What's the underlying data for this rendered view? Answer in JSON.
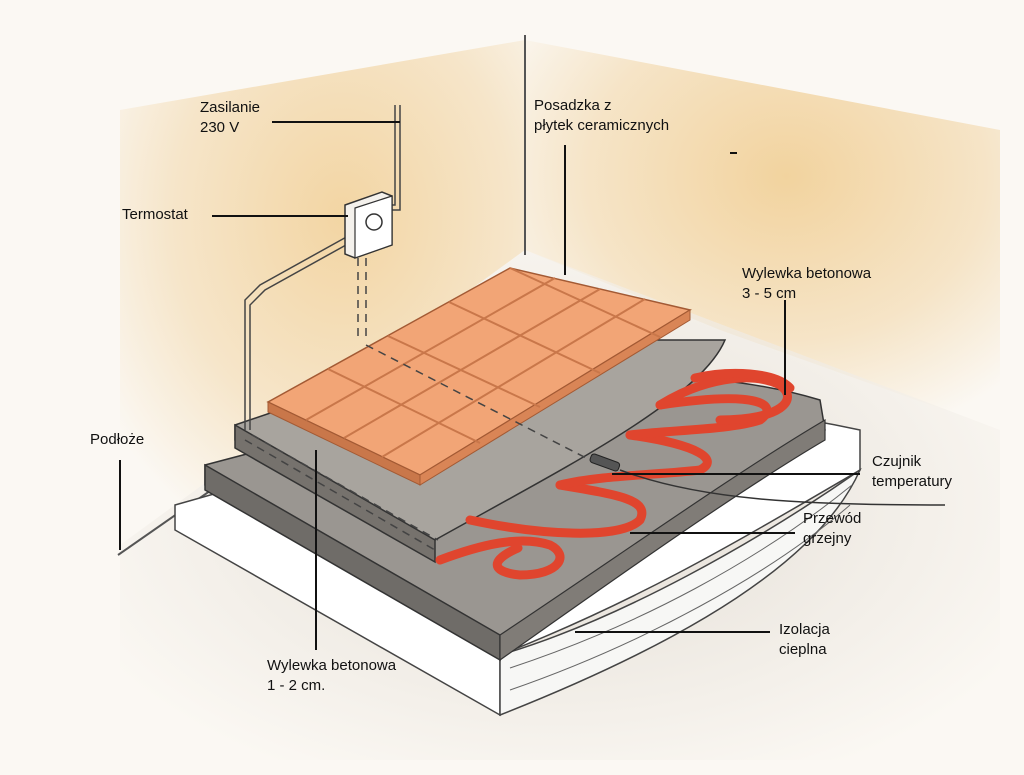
{
  "labels": {
    "zasilanie": "Zasilanie\n230 V",
    "posadzka": "Posadzka z\npłytek ceramicznych",
    "termostat": "Termostat",
    "wylewka_top": "Wylewka betonowa\n3 - 5 cm",
    "podloze": "Podłoże",
    "czujnik": "Czujnik\ntemperatury",
    "przewod": "Przewód\ngrzejny",
    "izolacja": "Izolacja\ncieplna",
    "wylewka_bottom": "Wylewka betonowa\n1 - 2 cm."
  },
  "colors": {
    "wall": "#f3d9a7",
    "floor": "#e8e0d3",
    "insulation": "#ffffff",
    "concrete": "#8e8b87",
    "concrete_top": "#a6a29c",
    "tile": "#f2a576",
    "tile_grout": "#c9774a",
    "cable": "#e0452e",
    "line": "#111111"
  },
  "icons": {
    "thermostat": "thermostat-icon",
    "sensor": "temperature-sensor-icon"
  }
}
